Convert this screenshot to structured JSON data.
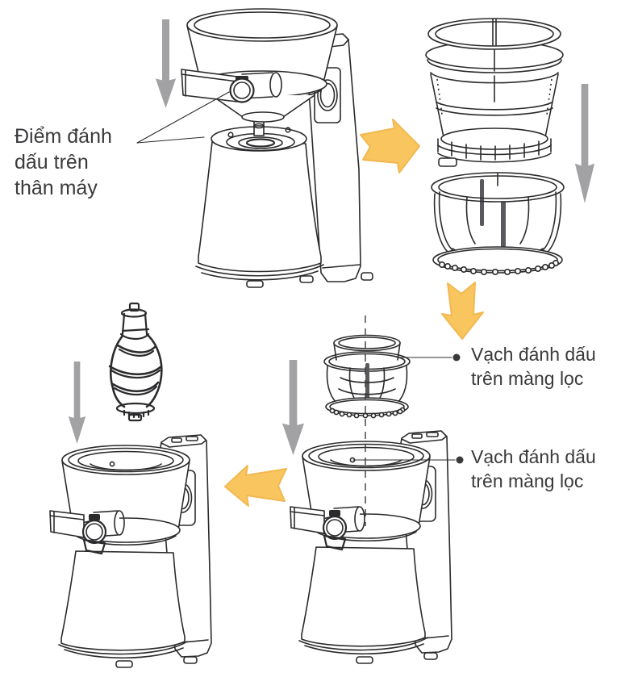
{
  "colors": {
    "accent_yellow": "#F8C55F",
    "accent_yellow_edge": "#F2B851",
    "arrow_gray": "#A2A2A4",
    "line": "#2B2B2D",
    "text": "#3A3A3C"
  },
  "labels": {
    "machine_mark": {
      "lines": [
        "Điểm đánh",
        "dấu trên",
        "thân máy"
      ]
    },
    "filter_mark_top": {
      "lines": [
        "Vạch đánh dấu",
        "trên màng lọc"
      ]
    },
    "filter_mark_bottom": {
      "lines": [
        "Vạch đánh dấu",
        "trên màng lọc"
      ]
    }
  }
}
